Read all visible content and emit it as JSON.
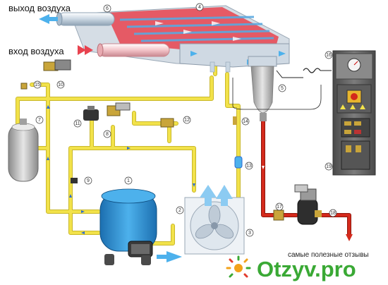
{
  "labels": {
    "air_out": "выход воздуха",
    "air_in": "вход воздуха"
  },
  "callouts": [
    "1",
    "2",
    "3",
    "4",
    "5",
    "6",
    "7",
    "8",
    "9",
    "10",
    "11",
    "12",
    "13",
    "14",
    "15",
    "16",
    "17",
    "18",
    "19"
  ],
  "watermark": {
    "caption": "самые полезные отзывы",
    "brand": "Otzyv.pro"
  },
  "colors": {
    "pipe_yellow": "#f2e24a",
    "pipe_red": "#d42a1c",
    "air_blue": "#5aa9e0",
    "air_red": "#e8434f",
    "compressor_blue": "#2b8fd0",
    "cabinet_gray": "#6f6f6f",
    "brand_green": "#3aa935"
  },
  "icons": {
    "compressor": "compressor-icon",
    "fan": "fan-icon",
    "receiver": "receiver-tank-icon",
    "separator": "separator-icon",
    "control_panel": "control-panel-icon",
    "drain_valve": "drain-valve-icon",
    "brand_logo": "sunburst-logo-icon"
  }
}
